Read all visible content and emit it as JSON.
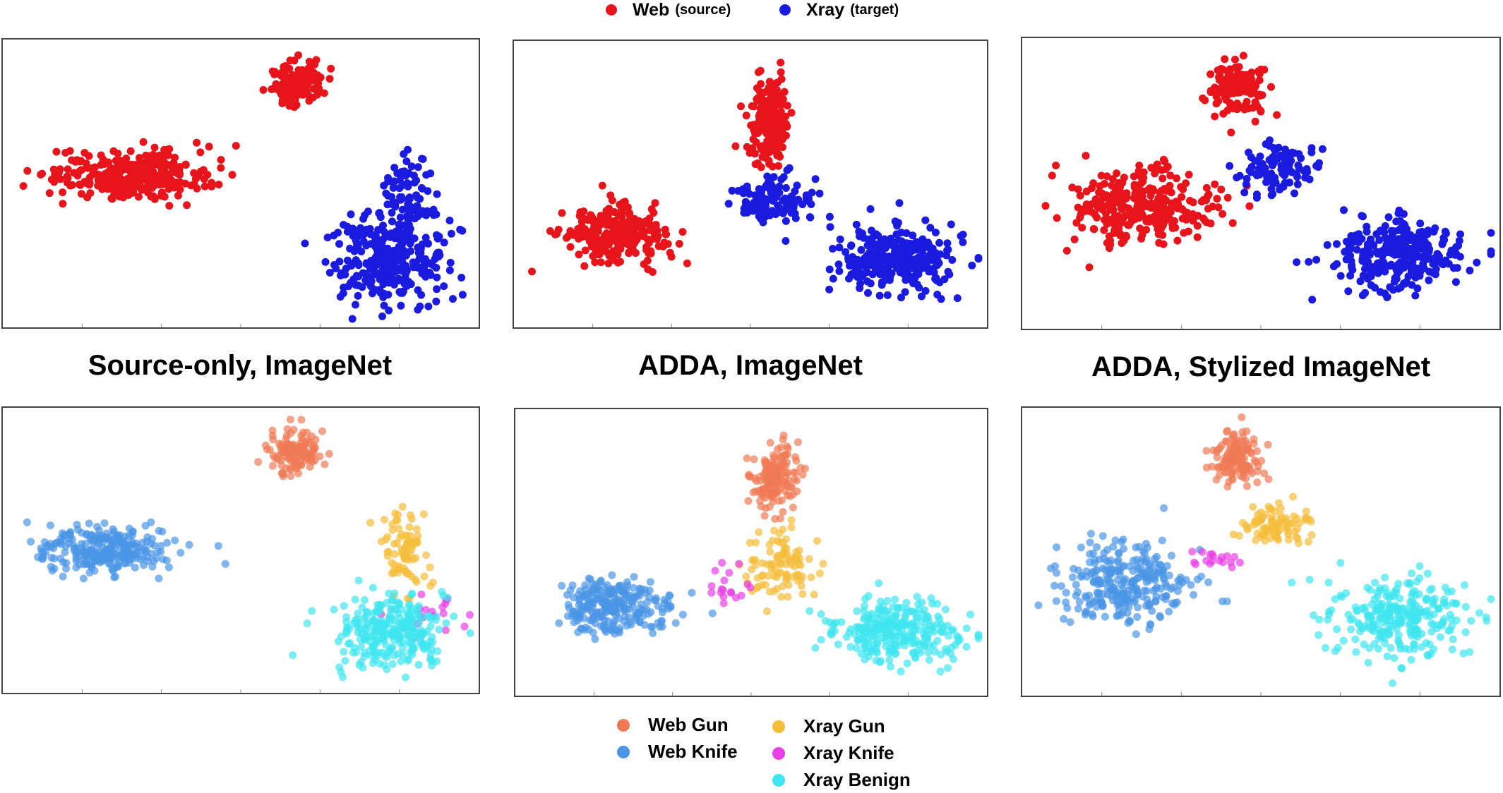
{
  "top_legend": [
    {
      "label": "Web",
      "sub": "(source)",
      "color": "#e8141b"
    },
    {
      "label": "Xray",
      "sub": "(target)",
      "color": "#1b1be0"
    }
  ],
  "captions": [
    "Source-only, ImageNet",
    "ADDA, ImageNet",
    "ADDA, Stylized ImageNet"
  ],
  "bottom_legend": [
    {
      "label": "Web Gun",
      "color": "#ef7b55"
    },
    {
      "label": "Web Knife",
      "color": "#4a96e6"
    },
    {
      "label": "Xray Gun",
      "color": "#f5bd3c"
    },
    {
      "label": "Xray Knife",
      "color": "#e83fe6"
    },
    {
      "label": "Xray Benign",
      "color": "#3ee6f0"
    }
  ],
  "chart_data": [
    {
      "type": "scatter",
      "title": "Source-only, ImageNet",
      "xlim": [
        0,
        1
      ],
      "ylim": [
        0,
        1
      ],
      "grid": false,
      "domain_series": [
        {
          "name": "Web",
          "color": "#e8141b",
          "clusters": [
            {
              "cx": 0.26,
              "cy": 0.53,
              "sx": 0.085,
              "sy": 0.045,
              "n": 300
            },
            {
              "cx": 0.62,
              "cy": 0.87,
              "sx": 0.03,
              "sy": 0.04,
              "n": 130
            }
          ]
        },
        {
          "name": "Xray",
          "color": "#1b1be0",
          "clusters": [
            {
              "cx": 0.82,
              "cy": 0.22,
              "sx": 0.065,
              "sy": 0.08,
              "n": 280
            },
            {
              "cx": 0.86,
              "cy": 0.46,
              "sx": 0.025,
              "sy": 0.08,
              "n": 90
            }
          ]
        }
      ],
      "class_series": [
        {
          "name": "Web Gun",
          "color": "#ef7b55",
          "clusters": [
            {
              "cx": 0.62,
              "cy": 0.87,
              "sx": 0.03,
              "sy": 0.04,
              "n": 130
            }
          ]
        },
        {
          "name": "Web Knife",
          "color": "#4a96e6",
          "clusters": [
            {
              "cx": 0.2,
              "cy": 0.5,
              "sx": 0.075,
              "sy": 0.045,
              "n": 280
            }
          ]
        },
        {
          "name": "Xray Gun",
          "color": "#f5bd3c",
          "clusters": [
            {
              "cx": 0.86,
              "cy": 0.49,
              "sx": 0.025,
              "sy": 0.07,
              "n": 85
            }
          ]
        },
        {
          "name": "Xray Knife",
          "color": "#e83fe6",
          "clusters": [
            {
              "cx": 0.92,
              "cy": 0.28,
              "sx": 0.05,
              "sy": 0.05,
              "n": 18
            }
          ]
        },
        {
          "name": "Xray Benign",
          "color": "#3ee6f0",
          "clusters": [
            {
              "cx": 0.82,
              "cy": 0.2,
              "sx": 0.06,
              "sy": 0.07,
              "n": 270
            }
          ]
        }
      ]
    },
    {
      "type": "scatter",
      "title": "ADDA, ImageNet",
      "xlim": [
        0,
        1
      ],
      "ylim": [
        0,
        1
      ],
      "grid": false,
      "domain_series": [
        {
          "name": "Web",
          "color": "#e8141b",
          "clusters": [
            {
              "cx": 0.2,
              "cy": 0.31,
              "sx": 0.055,
              "sy": 0.05,
              "n": 260
            },
            {
              "cx": 0.54,
              "cy": 0.74,
              "sx": 0.022,
              "sy": 0.08,
              "n": 170
            }
          ]
        },
        {
          "name": "Xray",
          "color": "#1b1be0",
          "clusters": [
            {
              "cx": 0.82,
              "cy": 0.22,
              "sx": 0.07,
              "sy": 0.06,
              "n": 280
            },
            {
              "cx": 0.55,
              "cy": 0.44,
              "sx": 0.045,
              "sy": 0.045,
              "n": 110
            }
          ]
        }
      ],
      "class_series": [
        {
          "name": "Web Gun",
          "color": "#ef7b55",
          "clusters": [
            {
              "cx": 0.55,
              "cy": 0.77,
              "sx": 0.025,
              "sy": 0.065,
              "n": 150
            }
          ]
        },
        {
          "name": "Web Knife",
          "color": "#4a96e6",
          "clusters": [
            {
              "cx": 0.2,
              "cy": 0.3,
              "sx": 0.055,
              "sy": 0.05,
              "n": 260
            }
          ]
        },
        {
          "name": "Xray Gun",
          "color": "#f5bd3c",
          "clusters": [
            {
              "cx": 0.56,
              "cy": 0.46,
              "sx": 0.035,
              "sy": 0.06,
              "n": 100
            }
          ]
        },
        {
          "name": "Xray Knife",
          "color": "#e83fe6",
          "clusters": [
            {
              "cx": 0.44,
              "cy": 0.38,
              "sx": 0.03,
              "sy": 0.04,
              "n": 18
            }
          ]
        },
        {
          "name": "Xray Benign",
          "color": "#3ee6f0",
          "clusters": [
            {
              "cx": 0.82,
              "cy": 0.2,
              "sx": 0.07,
              "sy": 0.06,
              "n": 270
            }
          ]
        }
      ]
    },
    {
      "type": "scatter",
      "title": "ADDA, Stylized ImageNet",
      "xlim": [
        0,
        1
      ],
      "ylim": [
        0,
        1
      ],
      "grid": false,
      "domain_series": [
        {
          "name": "Web",
          "color": "#e8141b",
          "clusters": [
            {
              "cx": 0.24,
              "cy": 0.42,
              "sx": 0.075,
              "sy": 0.065,
              "n": 300
            },
            {
              "cx": 0.45,
              "cy": 0.85,
              "sx": 0.03,
              "sy": 0.05,
              "n": 130
            }
          ]
        },
        {
          "name": "Xray",
          "color": "#1b1be0",
          "clusters": [
            {
              "cx": 0.8,
              "cy": 0.24,
              "sx": 0.075,
              "sy": 0.07,
              "n": 270
            },
            {
              "cx": 0.54,
              "cy": 0.56,
              "sx": 0.04,
              "sy": 0.05,
              "n": 100
            }
          ]
        }
      ],
      "class_series": [
        {
          "name": "Web Gun",
          "color": "#ef7b55",
          "clusters": [
            {
              "cx": 0.45,
              "cy": 0.85,
              "sx": 0.03,
              "sy": 0.05,
              "n": 130
            }
          ]
        },
        {
          "name": "Web Knife",
          "color": "#4a96e6",
          "clusters": [
            {
              "cx": 0.2,
              "cy": 0.38,
              "sx": 0.07,
              "sy": 0.07,
              "n": 280
            }
          ]
        },
        {
          "name": "Xray Gun",
          "color": "#f5bd3c",
          "clusters": [
            {
              "cx": 0.53,
              "cy": 0.6,
              "sx": 0.035,
              "sy": 0.04,
              "n": 90
            }
          ]
        },
        {
          "name": "Xray Knife",
          "color": "#e83fe6",
          "clusters": [
            {
              "cx": 0.4,
              "cy": 0.47,
              "sx": 0.03,
              "sy": 0.025,
              "n": 18
            }
          ]
        },
        {
          "name": "Xray Benign",
          "color": "#3ee6f0",
          "clusters": [
            {
              "cx": 0.8,
              "cy": 0.26,
              "sx": 0.075,
              "sy": 0.07,
              "n": 270
            }
          ]
        }
      ]
    }
  ]
}
